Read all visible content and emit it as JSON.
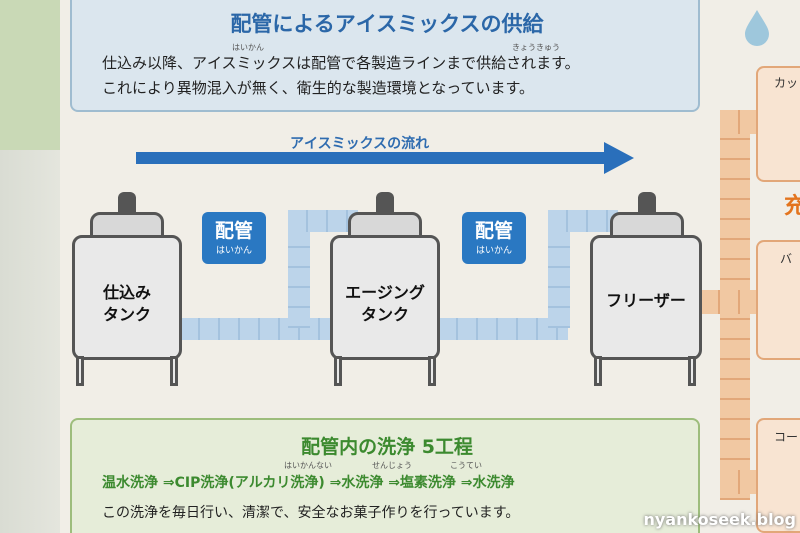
{
  "top": {
    "title": "配管によるアイスミックスの供給",
    "ruby_haikan": "はいかん",
    "ruby_kyoukyuu": "きょうきゅう",
    "line1": "仕込み以降、アイスミックスは配管で各製造ラインまで供給されます。",
    "line2": "これにより異物混入が無く、衛生的な製造環境となっています。"
  },
  "flow": {
    "label": "アイスミックスの流れ",
    "color": "#2a6fbb"
  },
  "tanks": {
    "t1_line1": "仕込み",
    "t1_line2": "タンク",
    "t2_line1": "エージング",
    "t2_line2": "タンク",
    "t3": "フリーザー"
  },
  "badges": {
    "main": "配管",
    "ruby": "はいかん"
  },
  "bottom": {
    "title": "配管内の洗浄 5工程",
    "ruby_haikannai": "はいかんない",
    "ruby_senjou": "せんじょう",
    "ruby_koutei": "こうてい",
    "steps": "温水洗浄 ⇒CIP洗浄(アルカリ洗浄) ⇒水洗浄 ⇒塩素洗浄 ⇒水洗浄",
    "line": "この洗浄を毎日行い、清潔で、安全なお菓子作りを行っています。"
  },
  "right": {
    "card1": "カッ",
    "fill": "充",
    "card2": "バ",
    "card3": "コー"
  },
  "watermark": "nyankoseek.blog"
}
